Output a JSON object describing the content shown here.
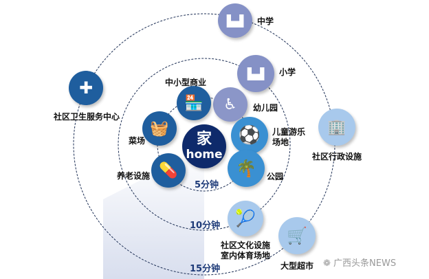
{
  "center": {
    "char": "家",
    "word": "home"
  },
  "rings": {
    "r5": "5分钟",
    "r10": "10分钟",
    "r15": "15分钟"
  },
  "labels": {
    "middle_school": "中学",
    "primary_school": "小学",
    "kindergarten": "幼儿园",
    "playground_1": "儿童游乐",
    "playground_2": "场地",
    "park": "公园",
    "commerce": "中小型商业",
    "market": "菜场",
    "elderly": "养老设施",
    "health": "社区卫生服务中心",
    "admin": "社区行政设施",
    "culture_1": "社区文化设施",
    "culture_2": "室内体育场地",
    "supermarket": "大型超市"
  },
  "watermark": "广西头条NEWS",
  "colors": {
    "dark": "#0e2a6b",
    "mid": "#1f5e9e",
    "bright": "#3a90d2",
    "lavender": "#8591c6",
    "light": "#a8c9ec"
  }
}
